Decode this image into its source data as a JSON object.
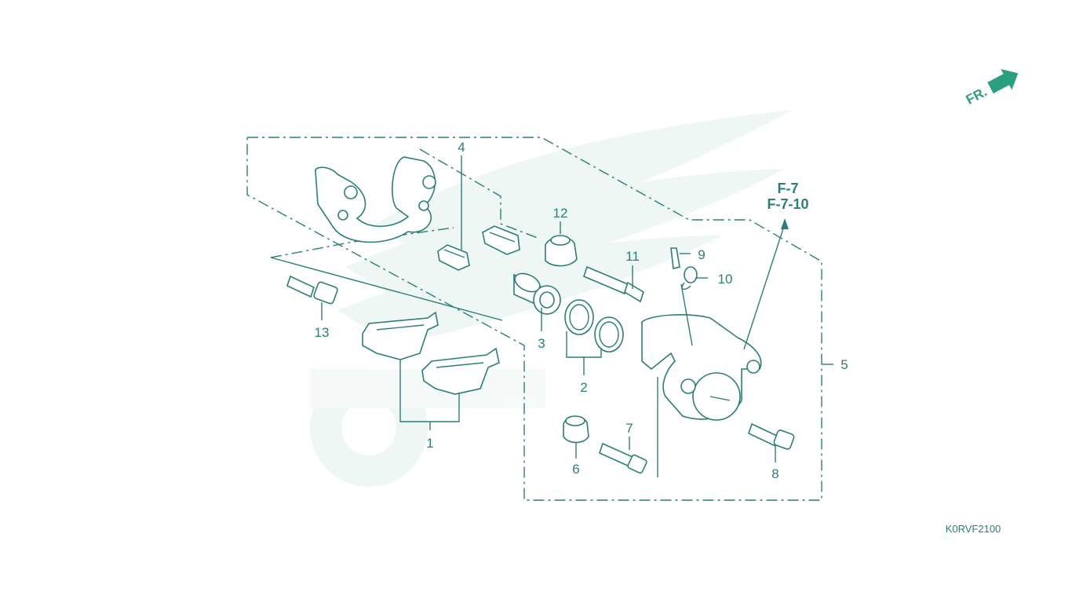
{
  "diagram": {
    "code": "K0RVF2100",
    "direction": "FR.",
    "references": [
      "F-7",
      "F-7-10"
    ],
    "callouts": [
      {
        "id": "c1",
        "text": "1"
      },
      {
        "id": "c2",
        "text": "2"
      },
      {
        "id": "c3",
        "text": "3"
      },
      {
        "id": "c4",
        "text": "4"
      },
      {
        "id": "c5",
        "text": "5"
      },
      {
        "id": "c6",
        "text": "6"
      },
      {
        "id": "c7",
        "text": "7"
      },
      {
        "id": "c8",
        "text": "8"
      },
      {
        "id": "c9",
        "text": "9"
      },
      {
        "id": "c10",
        "text": "10"
      },
      {
        "id": "c11",
        "text": "11"
      },
      {
        "id": "c12",
        "text": "12"
      },
      {
        "id": "c13",
        "text": "13"
      }
    ],
    "colors": {
      "line": "#2a7f76",
      "watermark": "#e3f1ee",
      "arrow": "#2aa07e"
    }
  }
}
